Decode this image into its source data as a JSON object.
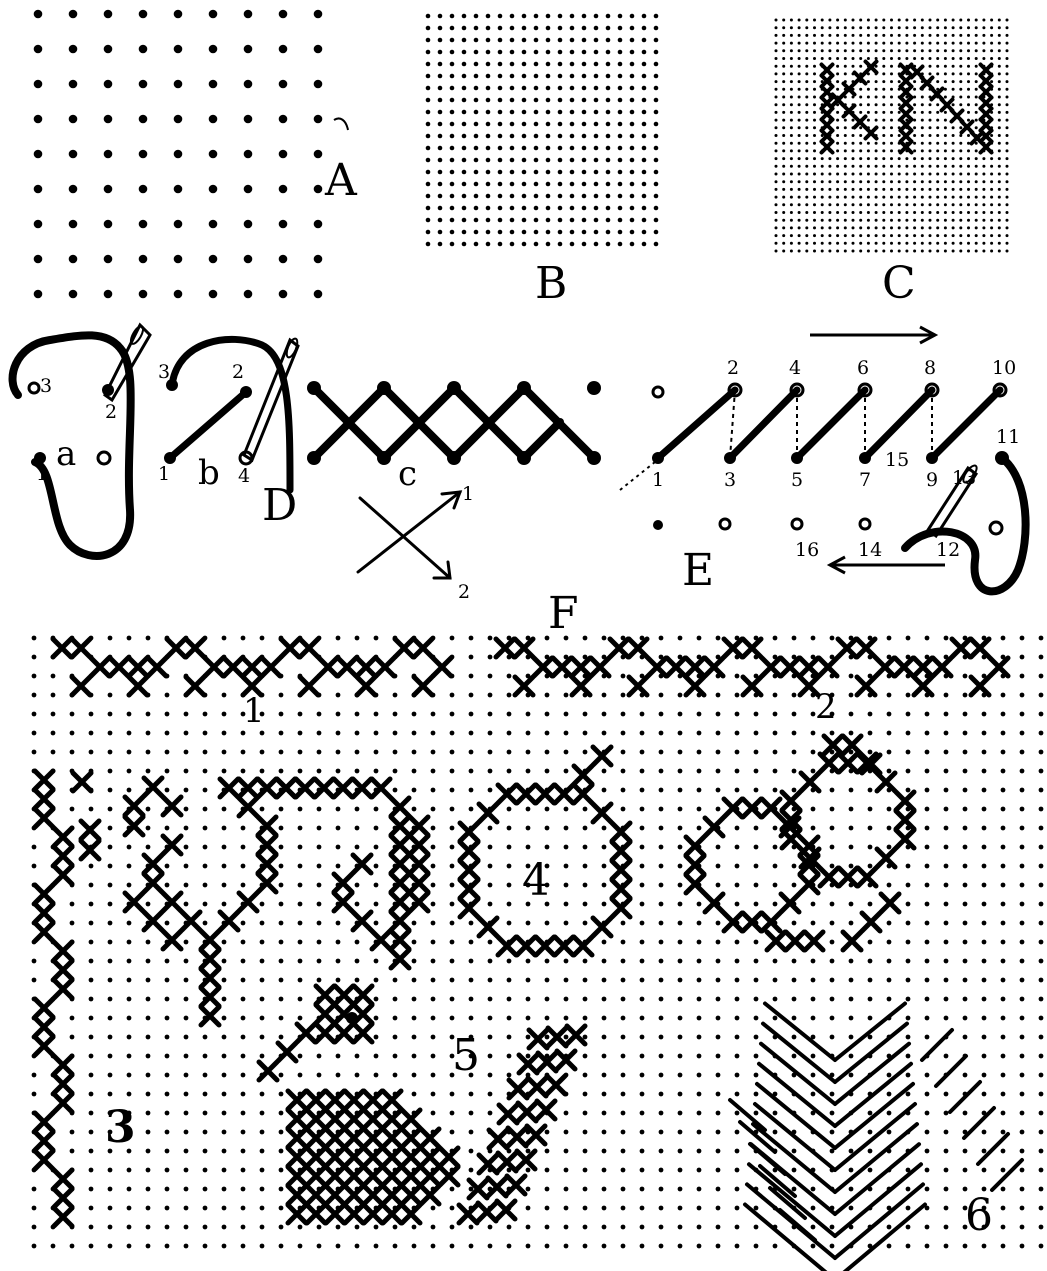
{
  "figure": {
    "labels": {
      "A": "A",
      "B": "B",
      "C": "C",
      "D": "D",
      "E": "E",
      "F": "F",
      "a": "a",
      "b": "b",
      "c": "c"
    },
    "initials": "KN",
    "canvas_numbers": {
      "1": "1",
      "2": "2",
      "3": "3",
      "4": "4",
      "5": "5",
      "6": "6"
    },
    "stitch_numbers_D": {
      "a_3": "3",
      "a_2": "2",
      "a_1": "1",
      "b_3": "3",
      "b_2": "2",
      "b_1": "1",
      "b_4": "4"
    },
    "stitch_numbers_E": [
      "2",
      "4",
      "6",
      "8",
      "10",
      "1",
      "3",
      "5",
      "7",
      "9",
      "11",
      "12",
      "14",
      "16",
      "15",
      "13"
    ],
    "stitch_numbers_F": {
      "f1": "1",
      "f2": "2"
    }
  },
  "colors": {
    "ink": "#000000",
    "paper": "#ffffff"
  }
}
